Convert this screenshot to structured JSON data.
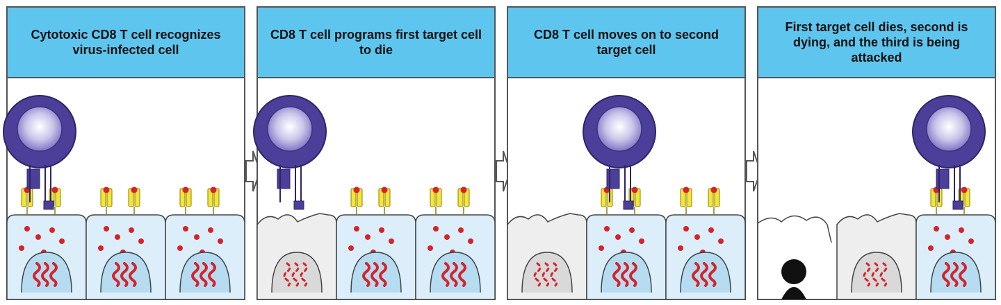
{
  "panels": [
    {
      "caption": "Cytotoxic CD8 T cell recognizes virus-infected cell",
      "tcell_position": "left",
      "tcell_attached_to": 1,
      "target_cells": [
        "infected",
        "infected",
        "infected"
      ]
    },
    {
      "caption": "CD8 T cell programs first target cell to die",
      "tcell_position": "left",
      "tcell_attached_to": 1,
      "target_cells": [
        "programmed",
        "infected",
        "infected"
      ]
    },
    {
      "caption": "CD8 T cell moves on to second target cell",
      "tcell_position": "middle",
      "tcell_attached_to": 2,
      "target_cells": [
        "programmed",
        "infected",
        "infected"
      ]
    },
    {
      "caption": "First target cell dies, second is dying, and the third is being attacked",
      "tcell_position": "right",
      "tcell_attached_to": 3,
      "target_cells": [
        "dead",
        "dying",
        "infected"
      ]
    }
  ],
  "colors": {
    "header_fill": "#5ec6ee",
    "infected_cell_fill": "#dbeefa",
    "dying_cell_fill": "#eeeeee",
    "nucleus_fill": "#b6dcf2",
    "virus": "#d6232a",
    "tcell_outer": "#4b3f9a",
    "receptor": "#4b3f9a",
    "mhc_yellow": "#f3e635",
    "dead_cell": "#111111"
  }
}
